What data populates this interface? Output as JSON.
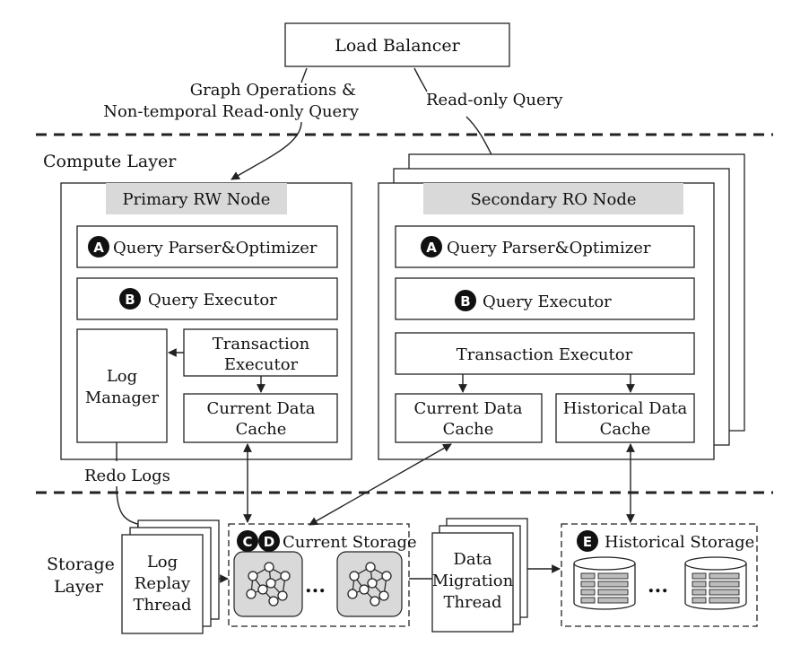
{
  "load_balancer": "Load Balancer",
  "edges": {
    "graph_ops_line1": "Graph Operations &",
    "graph_ops_line2": "Non-temporal Read-only Query",
    "read_only": "Read-only Query",
    "redo_logs": "Redo Logs"
  },
  "compute_layer": {
    "label": "Compute Layer",
    "primary": {
      "title": "Primary RW Node",
      "parser": "Query Parser&Optimizer",
      "executor": "Query Executor",
      "log_manager_l1": "Log",
      "log_manager_l2": "Manager",
      "txn_l1": "Transaction",
      "txn_l2": "Executor",
      "cache_l1": "Current Data",
      "cache_l2": "Cache"
    },
    "secondary": {
      "title": "Secondary RO Node",
      "parser": "Query Parser&Optimizer",
      "executor": "Query Executor",
      "txn": "Transaction Executor",
      "cur_cache_l1": "Current Data",
      "cur_cache_l2": "Cache",
      "hist_cache_l1": "Historical Data",
      "hist_cache_l2": "Cache"
    }
  },
  "storage_layer": {
    "label_l1": "Storage",
    "label_l2": "Layer",
    "replay_l1": "Log",
    "replay_l2": "Replay",
    "replay_l3": "Thread",
    "current_storage": "Current Storage",
    "migration_l1": "Data",
    "migration_l2": "Migration",
    "migration_l3": "Thread",
    "historical_storage": "Historical Storage",
    "ellipsis": "..."
  },
  "badges": {
    "a": "A",
    "b": "B",
    "c": "C",
    "d": "D",
    "e": "E"
  }
}
